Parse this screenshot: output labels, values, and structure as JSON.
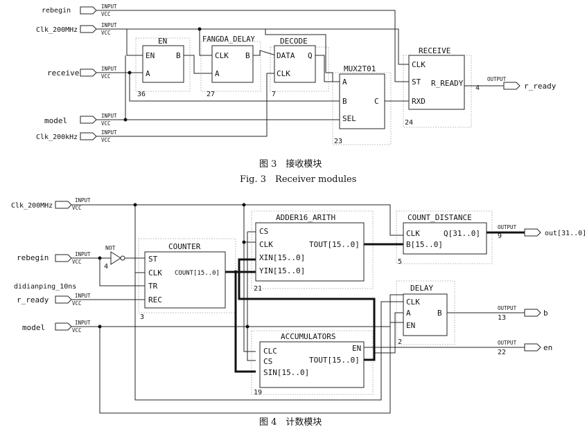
{
  "fig3": {
    "caption_cn": "图 3　接收模块",
    "caption_en": "Fig. 3　Receiver modules",
    "inputs": [
      {
        "name": "rebegin",
        "type": "INPUT",
        "vcc": "VCC"
      },
      {
        "name": "Clk_200MHz",
        "type": "INPUT",
        "vcc": "VCC"
      },
      {
        "name": "receive",
        "type": "INPUT",
        "vcc": "VCC"
      },
      {
        "name": "model",
        "type": "INPUT",
        "vcc": "VCC"
      },
      {
        "name": "Clk_200kHz",
        "type": "INPUT",
        "vcc": "VCC"
      }
    ],
    "blocks": {
      "en": {
        "title": "EN",
        "p1": "EN",
        "p2": "A",
        "p3": "B",
        "id": "36"
      },
      "fangda": {
        "title": "FANGDA_DELAY",
        "p1": "CLK",
        "p2": "A",
        "p3": "B",
        "id": "27"
      },
      "decode": {
        "title": "DECODE",
        "p1": "DATA",
        "p2": "CLK",
        "p3": "Q",
        "id": "7"
      },
      "mux": {
        "title": "MUX2T01",
        "p1": "A",
        "p2": "B",
        "p3": "SEL",
        "p4": "C",
        "id": "23"
      },
      "receive": {
        "title": "RECEIVE",
        "p1": "CLK",
        "p2": "ST",
        "p3": "RXD",
        "p4": "R_READY",
        "id": "24"
      }
    },
    "output": {
      "type": "OUTPUT",
      "num": "4",
      "name": "r_ready"
    }
  },
  "fig4": {
    "caption_cn": "图 4　计数模块",
    "inputs": [
      {
        "name": "Clk_200MHz",
        "type": "INPUT",
        "vcc": "VCC"
      },
      {
        "name": "rebegin",
        "type": "INPUT",
        "vcc": "VCC"
      },
      {
        "name": "r_ready",
        "type": "INPUT",
        "vcc": "VCC"
      },
      {
        "name": "model",
        "type": "INPUT",
        "vcc": "VCC"
      }
    ],
    "net_label": "didianping_10ns",
    "not_gate": {
      "title": "NOT",
      "id": "4"
    },
    "blocks": {
      "counter": {
        "title": "COUNTER",
        "p1": "ST",
        "p2": "CLK",
        "p3": "TR",
        "p4": "REC",
        "p5": "COUNT[15..0]",
        "id": "3"
      },
      "adder": {
        "title": "ADDER16_ARITH",
        "p1": "CS",
        "p2": "CLK",
        "p3": "XIN[15..0]",
        "p4": "YIN[15..0]",
        "p5": "TOUT[15..0]",
        "id": "21"
      },
      "count_distance": {
        "title": "COUNT_DISTANCE",
        "p1": "CLK",
        "p2": "B[15..0]",
        "p3": "Q[31..0]",
        "id": "5"
      },
      "delay": {
        "title": "DELAY",
        "p1": "CLK",
        "p2": "A",
        "p3": "EN",
        "p4": "B",
        "id": "2"
      },
      "acc": {
        "title": "ACCUMULATORS",
        "p1": "CLC",
        "p2": "CS",
        "p3": "SIN[15..0]",
        "p4": "EN",
        "p5": "TOUT[15..0]",
        "id": "19"
      }
    },
    "outputs": [
      {
        "type": "OUTPUT",
        "num": "9",
        "name": "out[31..0]"
      },
      {
        "type": "OUTPUT",
        "num": "13",
        "name": "b"
      },
      {
        "type": "OUTPUT",
        "num": "22",
        "name": "en"
      }
    ]
  }
}
